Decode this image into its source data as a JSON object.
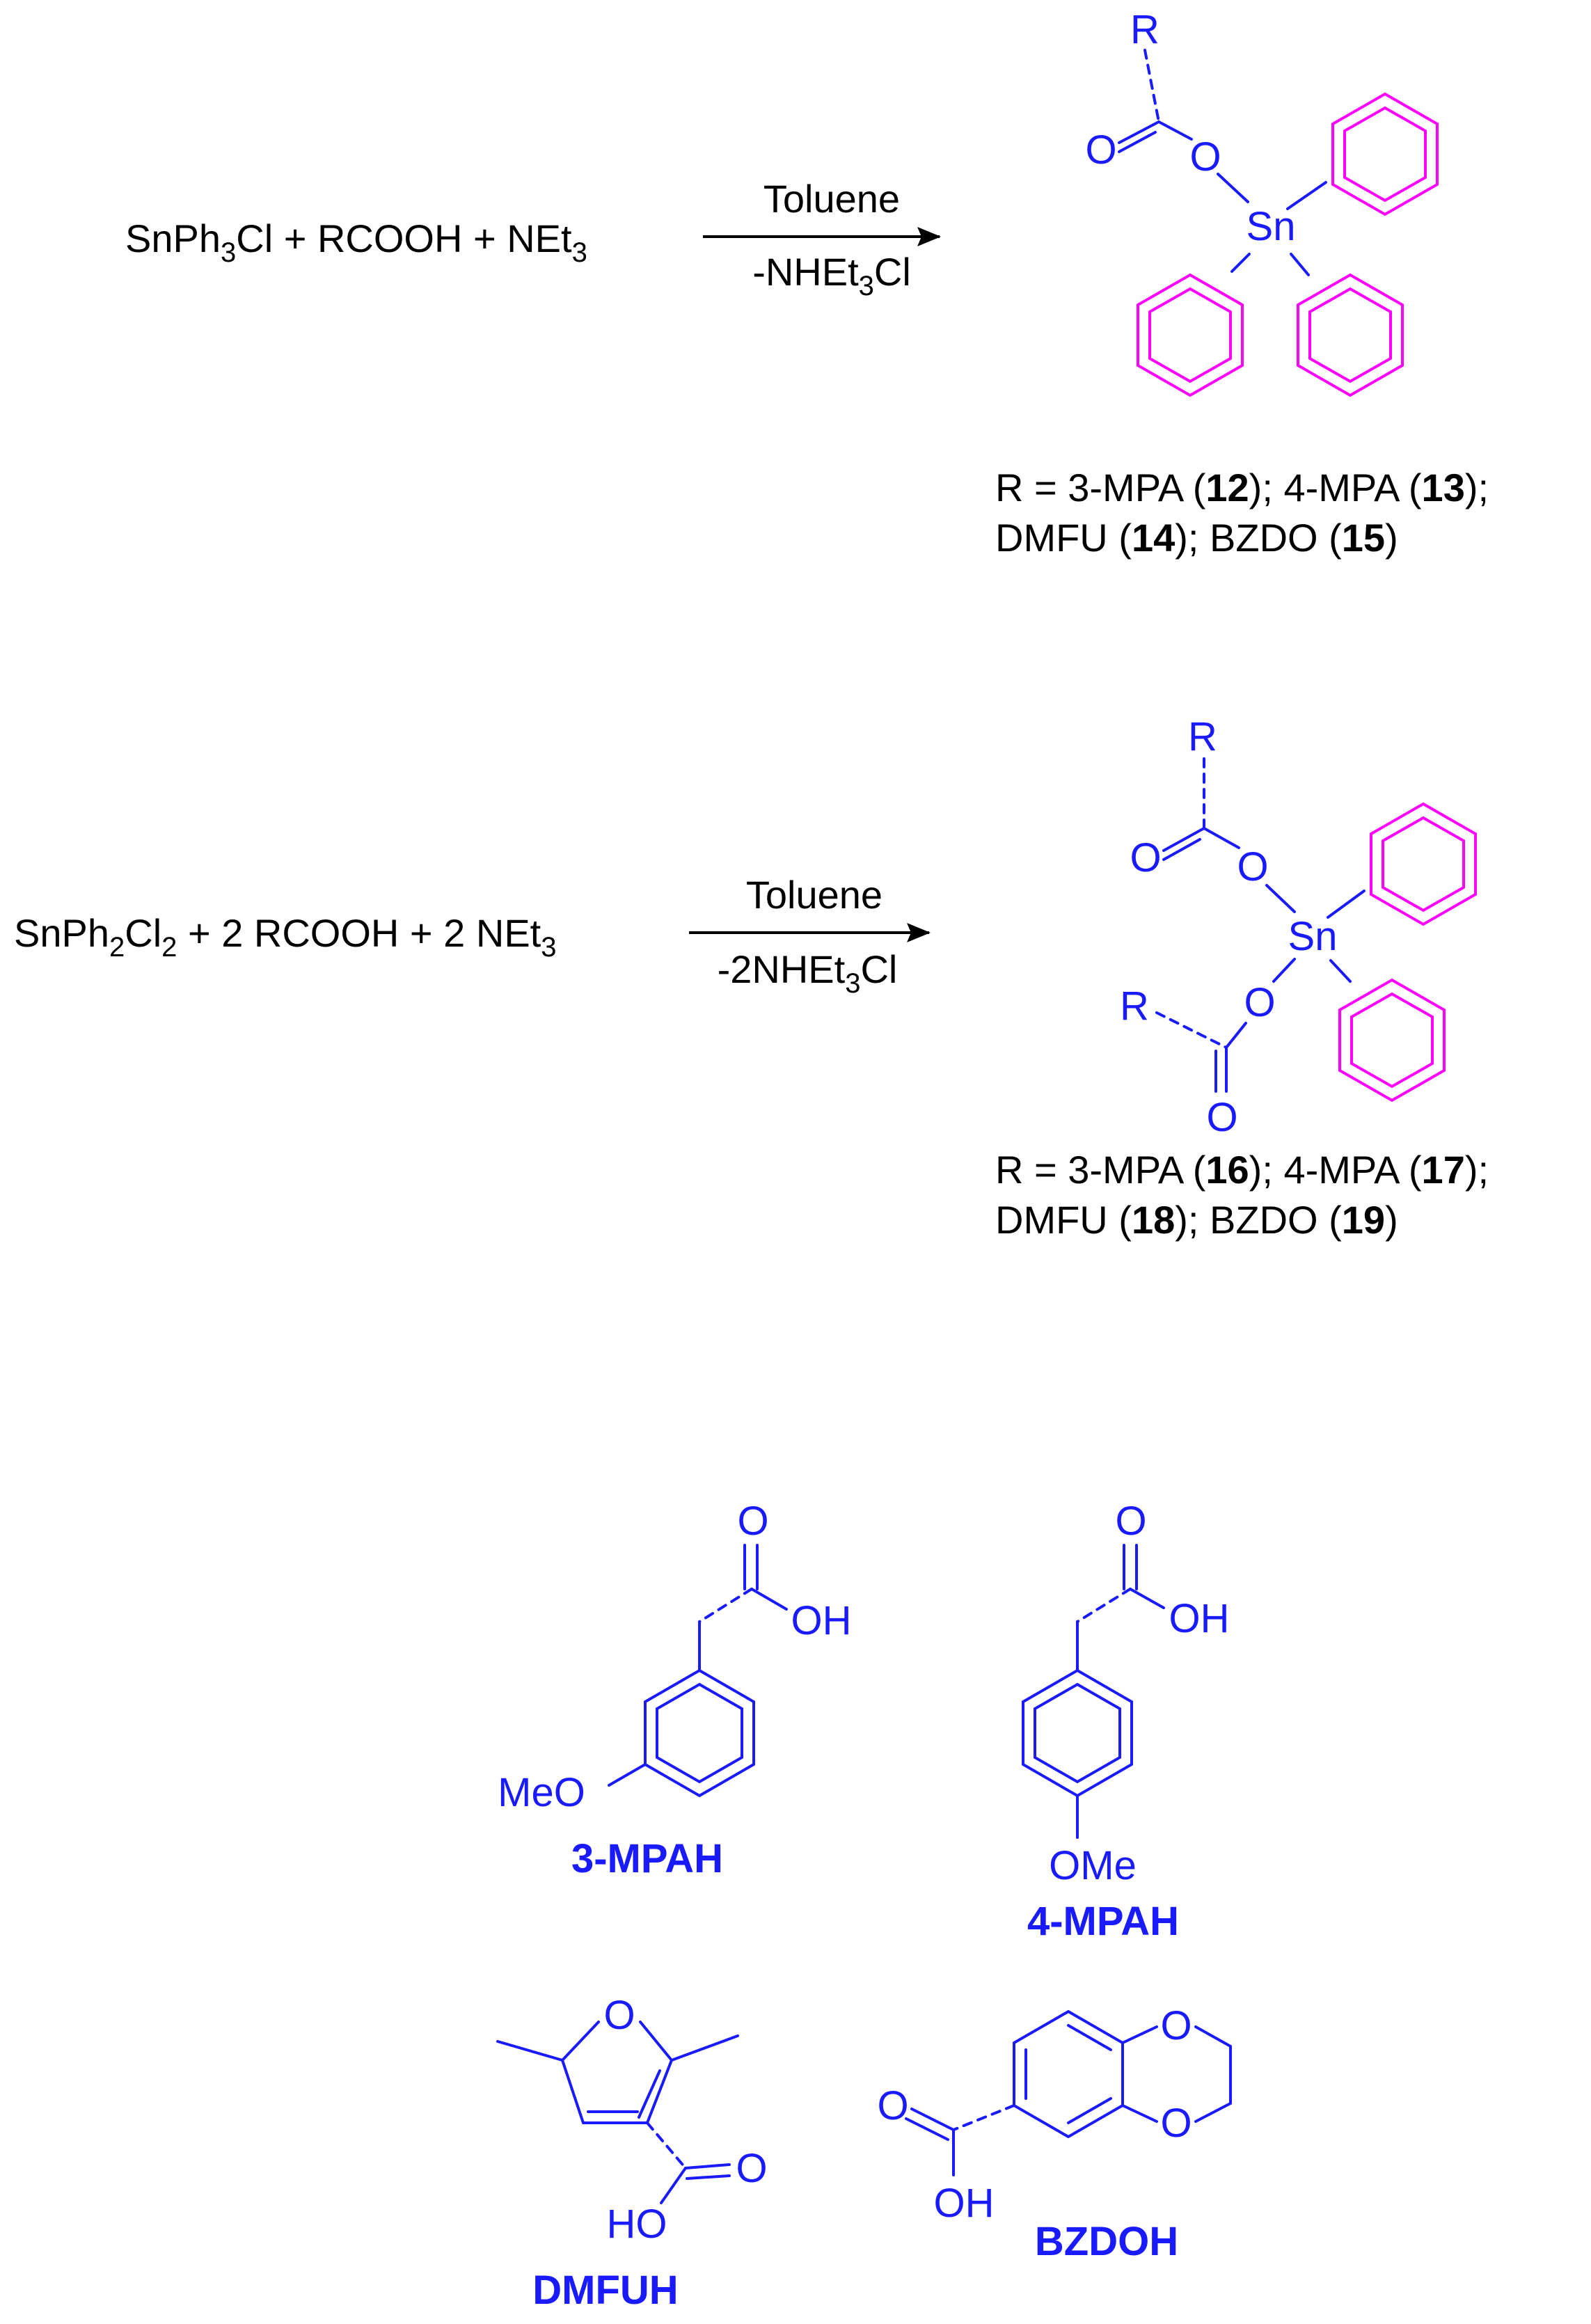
{
  "colors": {
    "text": "#000000",
    "acid": "#1a1aff",
    "phenyl": "#ff00ff"
  },
  "reaction1": {
    "reactants": {
      "p1": "SnPh",
      "s1": "3",
      "p2": "Cl + RCOOH + NEt",
      "s2": "3"
    },
    "solvent": "Toluene",
    "byproduct": {
      "p1": "-NHEt",
      "s1": "3",
      "p2": "Cl"
    },
    "product_atoms": {
      "r": "R",
      "o1": "O",
      "o2": "O",
      "sn": "Sn"
    },
    "legend": {
      "line1": [
        {
          "t": "R = 3-MPA (",
          "b": false
        },
        {
          "t": "12",
          "b": true
        },
        {
          "t": "); 4-MPA (",
          "b": false
        },
        {
          "t": "13",
          "b": true
        },
        {
          "t": ");",
          "b": false
        }
      ],
      "line2": [
        {
          "t": "DMFU (",
          "b": false
        },
        {
          "t": "14",
          "b": true
        },
        {
          "t": "); BZDO (",
          "b": false
        },
        {
          "t": "15",
          "b": true
        },
        {
          "t": ")",
          "b": false
        }
      ]
    }
  },
  "reaction2": {
    "reactants": {
      "p1": "SnPh",
      "s1": "2",
      "p2": "Cl",
      "s2": "2",
      "p3": " + 2 RCOOH + 2 NEt",
      "s3": "3"
    },
    "solvent": "Toluene",
    "byproduct": {
      "p1": "-2NHEt",
      "s1": "3",
      "p2": "Cl"
    },
    "product_atoms": {
      "r": "R",
      "o1": "O",
      "o2": "O",
      "o3": "O",
      "o4": "O",
      "sn": "Sn"
    },
    "legend": {
      "line1": [
        {
          "t": "R = 3-MPA (",
          "b": false
        },
        {
          "t": "16",
          "b": true
        },
        {
          "t": "); 4-MPA (",
          "b": false
        },
        {
          "t": "17",
          "b": true
        },
        {
          "t": ");",
          "b": false
        }
      ],
      "line2": [
        {
          "t": "DMFU (",
          "b": false
        },
        {
          "t": "18",
          "b": true
        },
        {
          "t": "); BZDO (",
          "b": false
        },
        {
          "t": "19",
          "b": true
        },
        {
          "t": ")",
          "b": false
        }
      ]
    }
  },
  "ligands": {
    "mpah3": {
      "name": "3-MPAH",
      "o": "O",
      "oh": "OH",
      "ome": "MeO"
    },
    "mpah4": {
      "name": "4-MPAH",
      "o": "O",
      "oh": "OH",
      "ome": "OMe"
    },
    "dmfuh": {
      "name": "DMFUH",
      "ring_o": "O",
      "o": "O",
      "oh": "HO"
    },
    "bzdoh": {
      "name": "BZDOH",
      "o_top": "O",
      "o_bot": "O",
      "o": "O",
      "oh": "OH"
    }
  }
}
